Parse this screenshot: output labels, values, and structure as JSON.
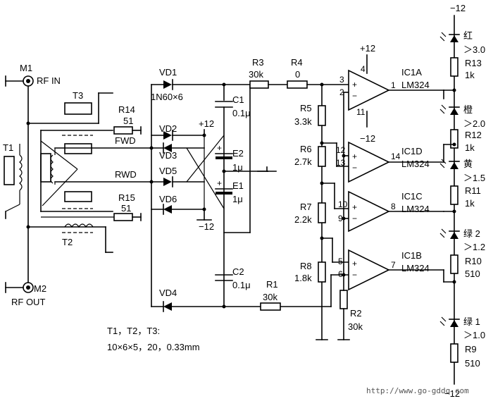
{
  "ports": {
    "m1": "M1",
    "rf_in": "RF IN",
    "m2": "M2",
    "rf_out": "RF OUT"
  },
  "transformers": {
    "t1": "T1",
    "t2": "T2",
    "t3": "T3"
  },
  "nets": {
    "fwd": "FWD",
    "rwd": "RWD"
  },
  "supplies": {
    "plus12_top": "+12",
    "minus12_top": "−12",
    "plus12_mid": "+12",
    "minus12_mid": "−12",
    "minus12_ic": "−12",
    "minus12_bottom": "−12"
  },
  "diodes": {
    "vd1": "VD1",
    "vd1_value": "1N60×6",
    "vd2": "VD2",
    "vd3": "VD3",
    "vd4": "VD4",
    "vd5": "VD5",
    "vd6": "VD6"
  },
  "capacitors": {
    "c1": "C1",
    "c1_value": "0.1μ",
    "c2": "C2",
    "c2_value": "0.1μ",
    "e1": "E1",
    "e1_value": "1μ",
    "e2": "E2",
    "e2_value": "1μ"
  },
  "resistors": {
    "r1": "R1",
    "r1_value": "30k",
    "r2": "R2",
    "r2_value": "30k",
    "r3": "R3",
    "r3_value": "30k",
    "r4": "R4",
    "r4_value": "0",
    "r5": "R5",
    "r5_value": "3.3k",
    "r6": "R6",
    "r6_value": "2.7k",
    "r7": "R7",
    "r7_value": "2.2k",
    "r8": "R8",
    "r8_value": "1.8k",
    "r9": "R9",
    "r9_value": "510",
    "r10": "R10",
    "r10_value": "510",
    "r11": "R11",
    "r11_value": "1k",
    "r12": "R12",
    "r12_value": "1k",
    "r13": "R13",
    "r13_value": "1k",
    "r14": "R14",
    "r14_value": "51",
    "r15": "R15",
    "r15_value": "51"
  },
  "ics": {
    "ic1a": "IC1A",
    "ic1b": "IC1B",
    "ic1c": "IC1C",
    "ic1d": "IC1D",
    "part": "LM324",
    "pins": {
      "a_in_p": "3",
      "a_in_n": "2",
      "a_out": "1",
      "a_vcc": "4",
      "a_gnd": "11",
      "d_in_p": "12",
      "d_in_n": "13",
      "d_out": "14",
      "c_in_p": "10",
      "c_in_n": "9",
      "c_out": "8",
      "b_in_p": "5",
      "b_in_n": "6",
      "b_out": "7"
    }
  },
  "leds": [
    {
      "color": "红",
      "threshold": "＞3.0"
    },
    {
      "color": "橙",
      "threshold": "＞2.0"
    },
    {
      "color": "黄",
      "threshold": "＞1.5"
    },
    {
      "color": "绿 2",
      "threshold": "＞1.2"
    },
    {
      "color": "绿 1",
      "threshold": "＞1.0"
    }
  ],
  "notes": {
    "line1": "T1，T2，T3:",
    "line2": "10×6×5，20，0.33mm"
  },
  "watermark": "http://www.go-gddq.com"
}
